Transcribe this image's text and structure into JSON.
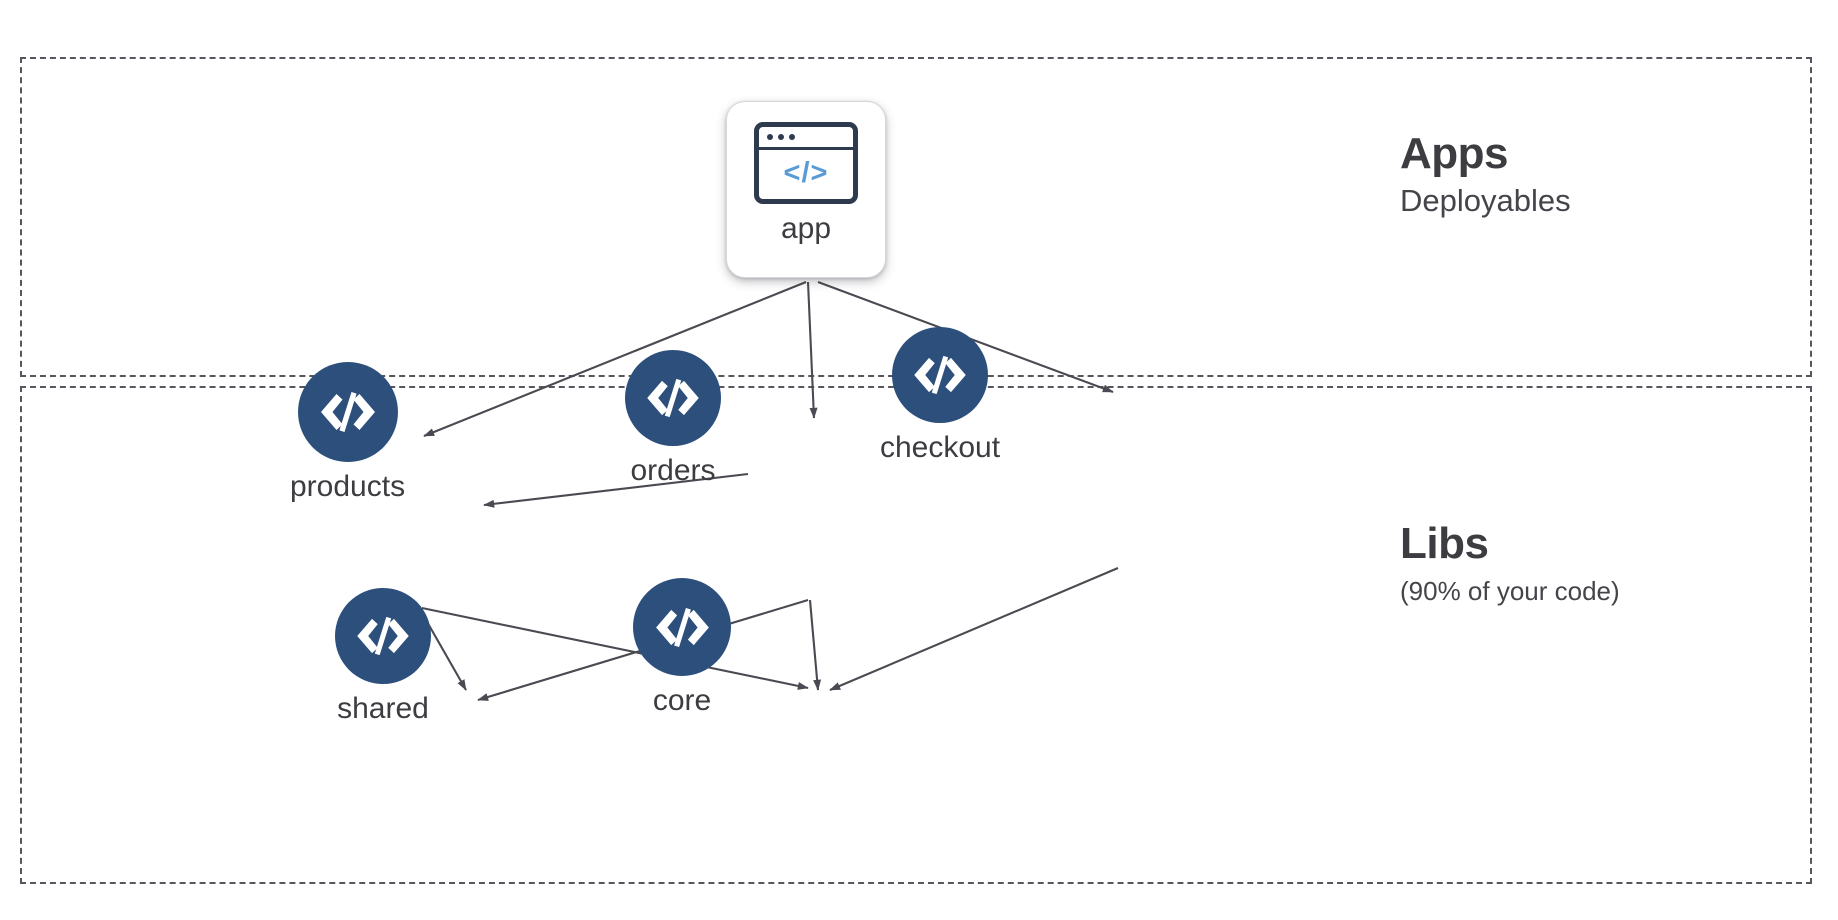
{
  "diagram": {
    "title": "Apps and Libs dependency diagram",
    "colors": {
      "lib_circle": "#2d4f7c",
      "app_icon_frame": "#2e3a4e",
      "app_icon_code": "#5b9bd5",
      "zone_border": "#58555f",
      "text": "#3c3c41",
      "edge": "#4a4a52",
      "background": "#ffffff"
    }
  },
  "zones": [
    {
      "id": "apps",
      "title": "Apps",
      "subtitle": "Deployables"
    },
    {
      "id": "libs",
      "title": "Libs",
      "subtitle": "(90% of your code)"
    }
  ],
  "nodes": {
    "app": {
      "label": "app",
      "icon": "browser-code-icon",
      "icon_glyph": "</>",
      "type": "app",
      "zone": "apps"
    },
    "products": {
      "label": "products",
      "icon": "code-icon",
      "icon_glyph": "</>",
      "type": "lib",
      "zone": "libs"
    },
    "orders": {
      "label": "orders",
      "icon": "code-icon",
      "icon_glyph": "</>",
      "type": "lib",
      "zone": "libs"
    },
    "checkout": {
      "label": "checkout",
      "icon": "code-icon",
      "icon_glyph": "</>",
      "type": "lib",
      "zone": "libs"
    },
    "shared": {
      "label": "shared",
      "icon": "code-icon",
      "icon_glyph": "</>",
      "type": "lib",
      "zone": "libs"
    },
    "core": {
      "label": "core",
      "icon": "code-icon",
      "icon_glyph": "</>",
      "type": "lib",
      "zone": "libs"
    }
  },
  "edges": [
    {
      "from": "app",
      "to": "products"
    },
    {
      "from": "app",
      "to": "orders"
    },
    {
      "from": "app",
      "to": "checkout"
    },
    {
      "from": "orders",
      "to": "products"
    },
    {
      "from": "products",
      "to": "shared"
    },
    {
      "from": "products",
      "to": "core"
    },
    {
      "from": "orders",
      "to": "shared"
    },
    {
      "from": "orders",
      "to": "core"
    },
    {
      "from": "checkout",
      "to": "core"
    }
  ]
}
